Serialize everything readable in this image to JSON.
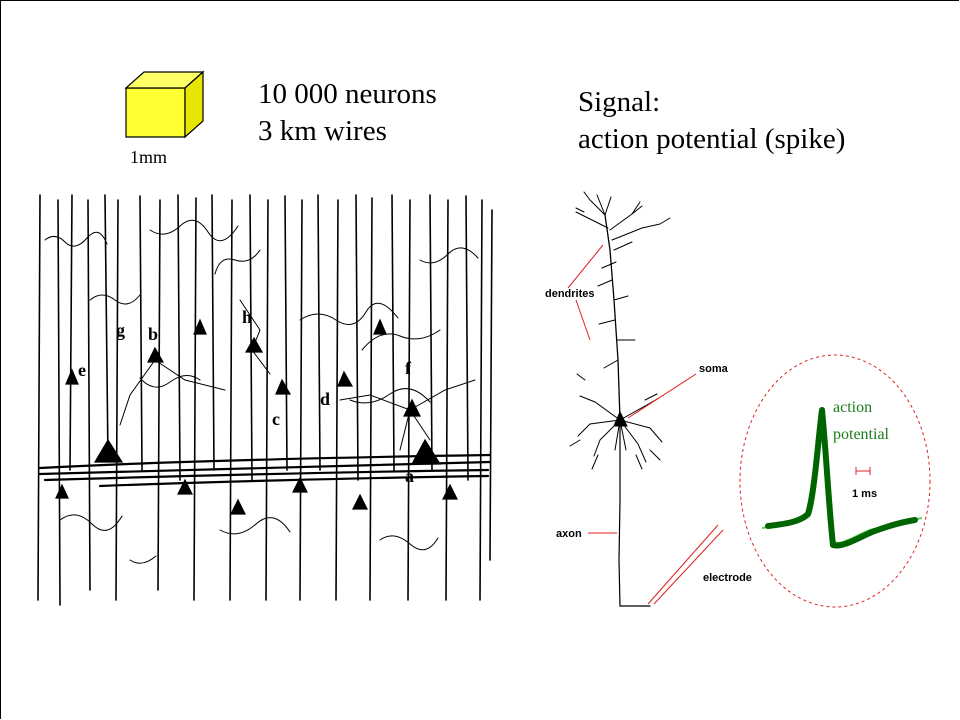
{
  "stats": {
    "neurons": "10 000 neurons",
    "wires": "3 km wires"
  },
  "cube": {
    "label": "1mm",
    "color": "#ffff33"
  },
  "signal": {
    "line1": "Signal:",
    "line2": "action potential (spike)"
  },
  "cortex_labels": {
    "a": "a",
    "b": "b",
    "c": "c",
    "d": "d",
    "e": "e",
    "f": "f",
    "g": "g",
    "h": "h"
  },
  "neuron_labels": {
    "dendrites": "dendrites",
    "soma": "soma",
    "axon": "axon",
    "electrode": "electrode"
  },
  "spike_inset": {
    "label_line1": "action",
    "label_line2": "potential",
    "scale_label": "1 ms",
    "trace_color": "#006400",
    "callout_color": "#e02020"
  }
}
